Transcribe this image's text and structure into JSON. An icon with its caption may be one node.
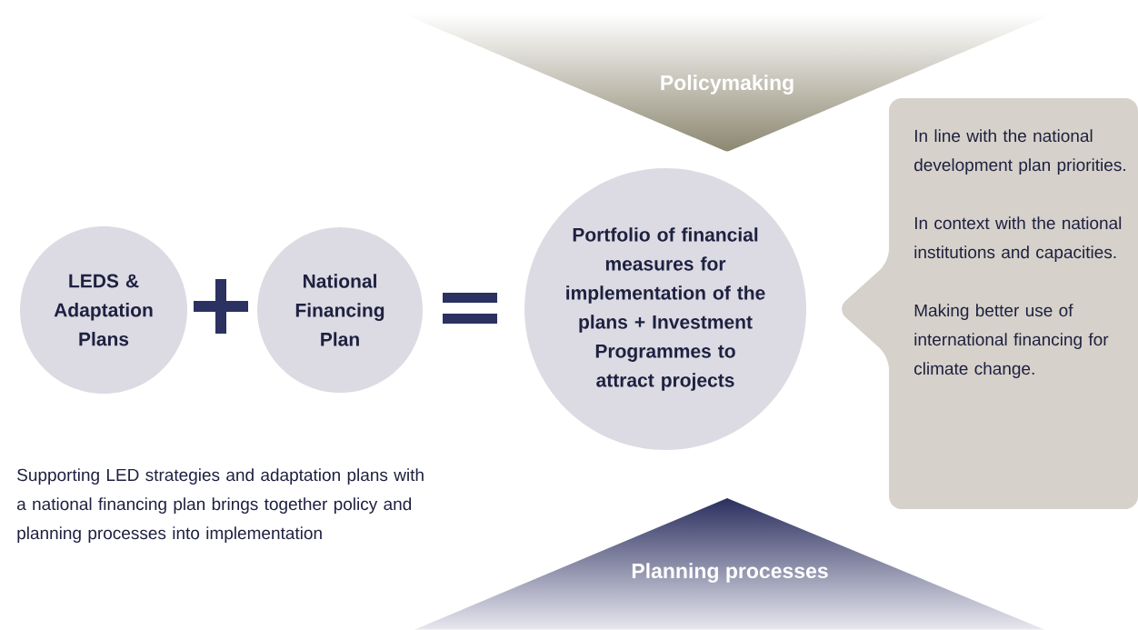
{
  "diagram": {
    "nodes": [
      {
        "text": [
          "LEDS & Adaptation Plans"
        ]
      },
      {
        "text": [
          "National Financing Plan"
        ]
      },
      {
        "text": [
          "Portfolio of financial measures for implementation of the plans + Investment Programmes to attract projects"
        ]
      },
      {
        "text": [
          "Policymaking"
        ]
      },
      {
        "text": [
          "Planning processes"
        ]
      },
      {
        "text": [
          "In line with the national development plan priorities.",
          "In context with the national institutions and capacities.",
          "Making better use of international financing for climate change."
        ]
      }
    ],
    "labels": [
      "Supporting LED strategies and adaptation plans with a national financing plan brings together policy and planning processes into implementation"
    ]
  }
}
